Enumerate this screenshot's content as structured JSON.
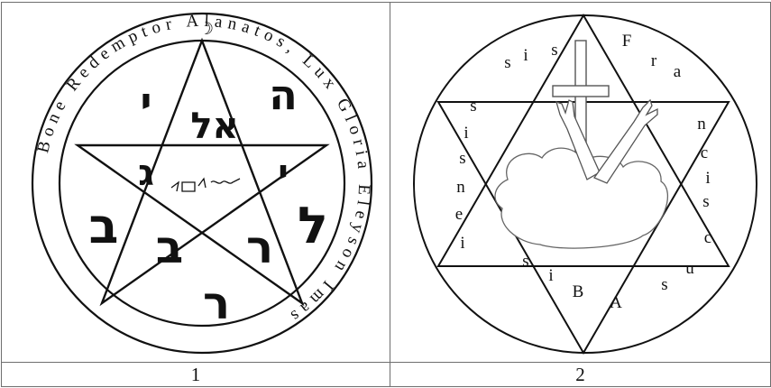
{
  "figures": [
    {
      "label": "1",
      "ring_text": "Bone Redemptor Alanatos, Lux Gloria Eleyson Imas",
      "moon_glyph": "☽",
      "center_inscription": "אל",
      "hebrew_letters": {
        "top_left": "י",
        "top_right": "ה",
        "right_upper": "י",
        "left_upper": "ג",
        "left": "ב",
        "right": "ל",
        "bottom_left": "ב",
        "bottom_right": "ר",
        "bottom": "ר"
      }
    },
    {
      "label": "2",
      "star_letters": [
        "s",
        "i",
        "s",
        "F",
        "r",
        "a",
        "n",
        "c",
        "i",
        "s",
        "c",
        "u",
        "s",
        "A",
        "B",
        "i",
        "s",
        "i",
        "e",
        "n",
        "s",
        "i",
        "s"
      ]
    }
  ]
}
